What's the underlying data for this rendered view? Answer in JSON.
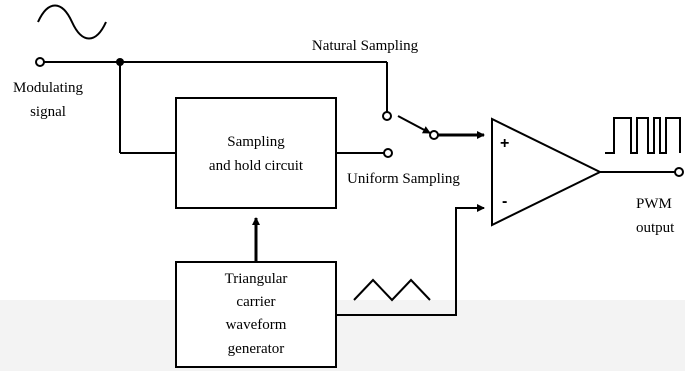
{
  "labels": {
    "modulating_signal_line1": "Modulating",
    "modulating_signal_line2": "signal",
    "natural_sampling": "Natural Sampling",
    "uniform_sampling": "Uniform Sampling",
    "sample_hold_line1": "Sampling",
    "sample_hold_line2": "and hold circuit",
    "triangular_line1": "Triangular",
    "triangular_line2": "carrier",
    "triangular_line3": "waveform",
    "triangular_line4": "generator",
    "pwm_line1": "PWM",
    "pwm_line2": "output",
    "plus_sign": "+",
    "minus_sign": "-"
  }
}
